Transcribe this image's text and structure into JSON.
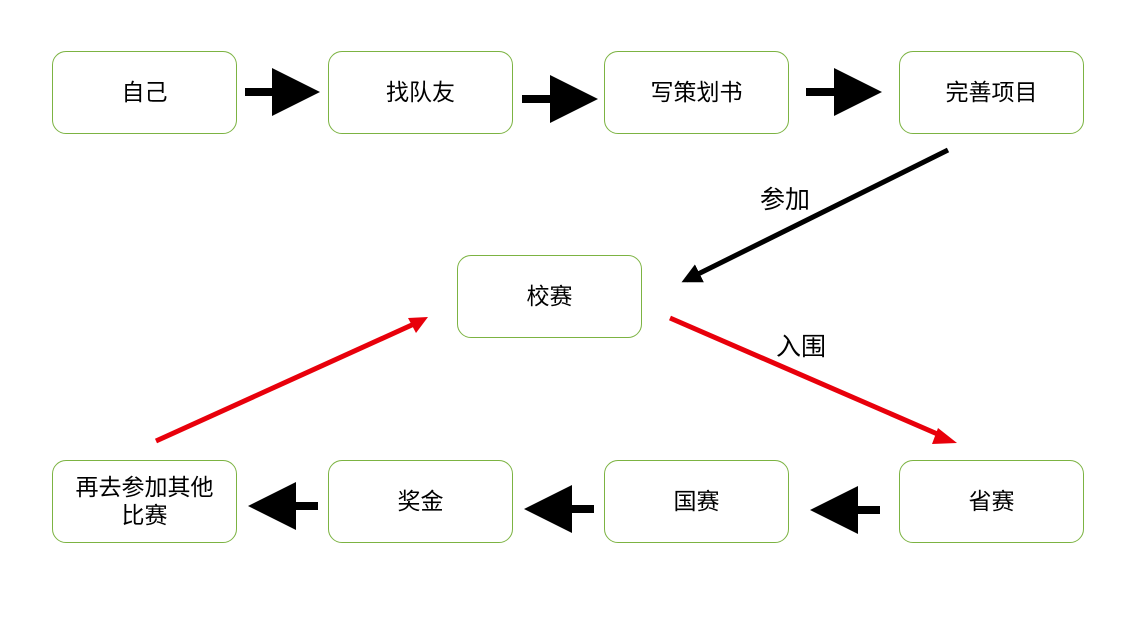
{
  "diagram": {
    "nodes": {
      "self": "自己",
      "find_teammates": "找队友",
      "write_plan": "写策划书",
      "improve_project": "完善项目",
      "school_contest": "校赛",
      "provincial_contest": "省赛",
      "national_contest": "国赛",
      "prize_money": "奖金",
      "join_others": "再去参加其他比赛"
    },
    "edge_labels": {
      "join": "参加",
      "advance": "入围"
    },
    "colors": {
      "node_border": "#7cb342",
      "arrow_black": "#000000",
      "arrow_red": "#e8000b"
    }
  }
}
